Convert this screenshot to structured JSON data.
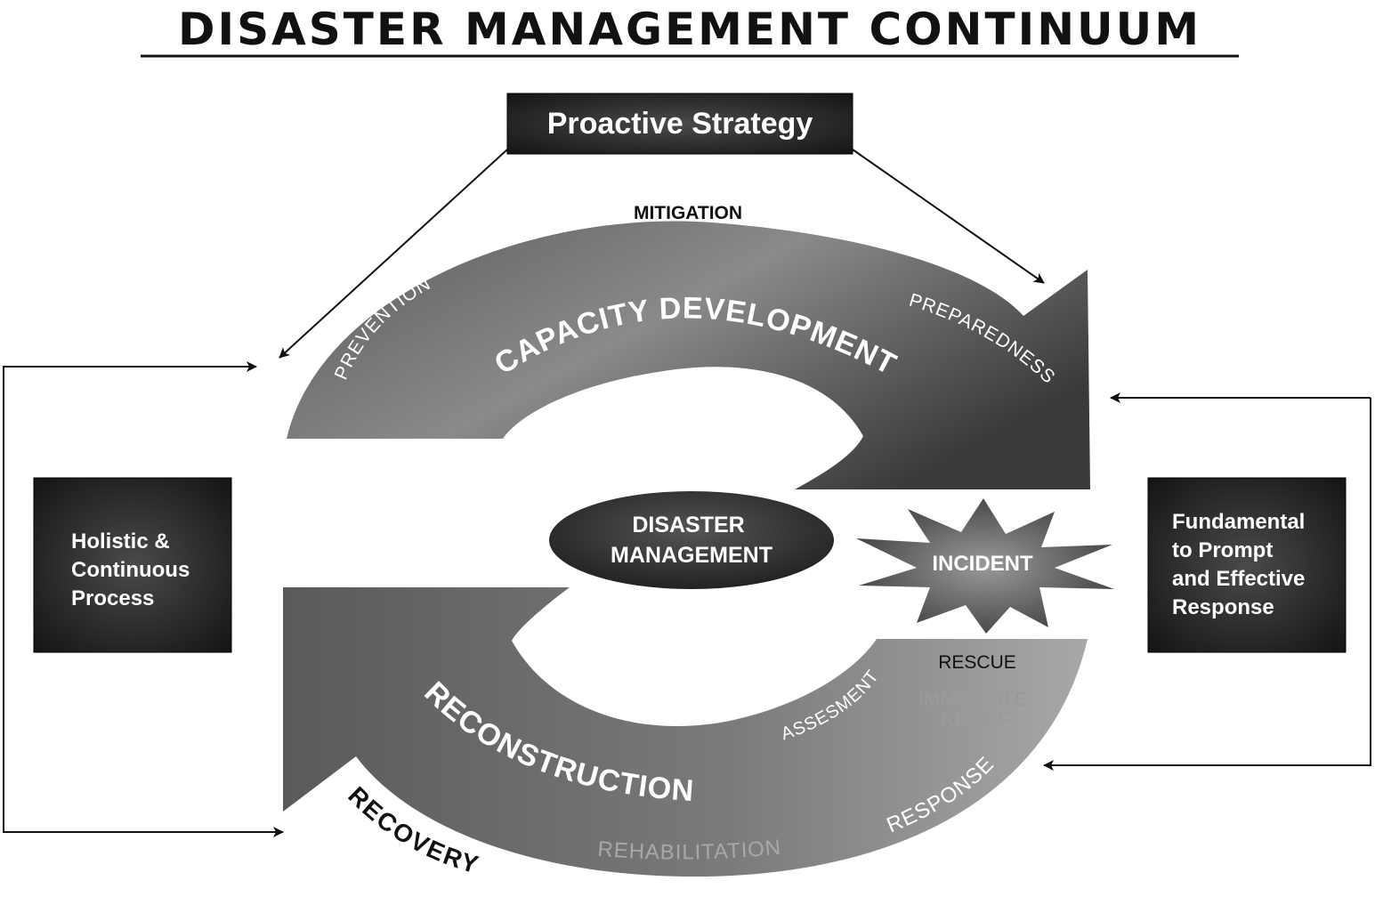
{
  "title": "DISASTER MANAGEMENT CONTINUUM",
  "boxes": {
    "proactive": "Proactive Strategy",
    "holistic": [
      "Holistic &",
      "Continuous",
      "Process"
    ],
    "fundamental": [
      "Fundamental",
      "to Prompt",
      "and Effective",
      "Response"
    ]
  },
  "center": {
    "line1": "DISASTER",
    "line2": "MANAGEMENT",
    "incident": "INCIDENT"
  },
  "top_arrow": {
    "main": "CAPACITY DEVELOPMENT",
    "mitigation": "MITIGATION",
    "prevention": "PREVENTION",
    "preparedness": "PREPAREDNESS"
  },
  "bottom_arrow": {
    "main": "RECONSTRUCTION",
    "recovery": "RECOVERY",
    "rehabilitation": "REHABILITATION",
    "response": "RESPONSE",
    "assessment": "ASSESMENT",
    "rescue": "RESCUE",
    "relief_line1": "IMMEDIATE",
    "relief_line2": "RELIEF"
  },
  "colors": {
    "arrow_dark": "#4a4a4a",
    "arrow_light": "#8e8e8e",
    "box_dark": "#1e1e1e",
    "text_light": "#ffffff",
    "text_dark": "#111111",
    "relief_text": "#9a9a9a"
  }
}
